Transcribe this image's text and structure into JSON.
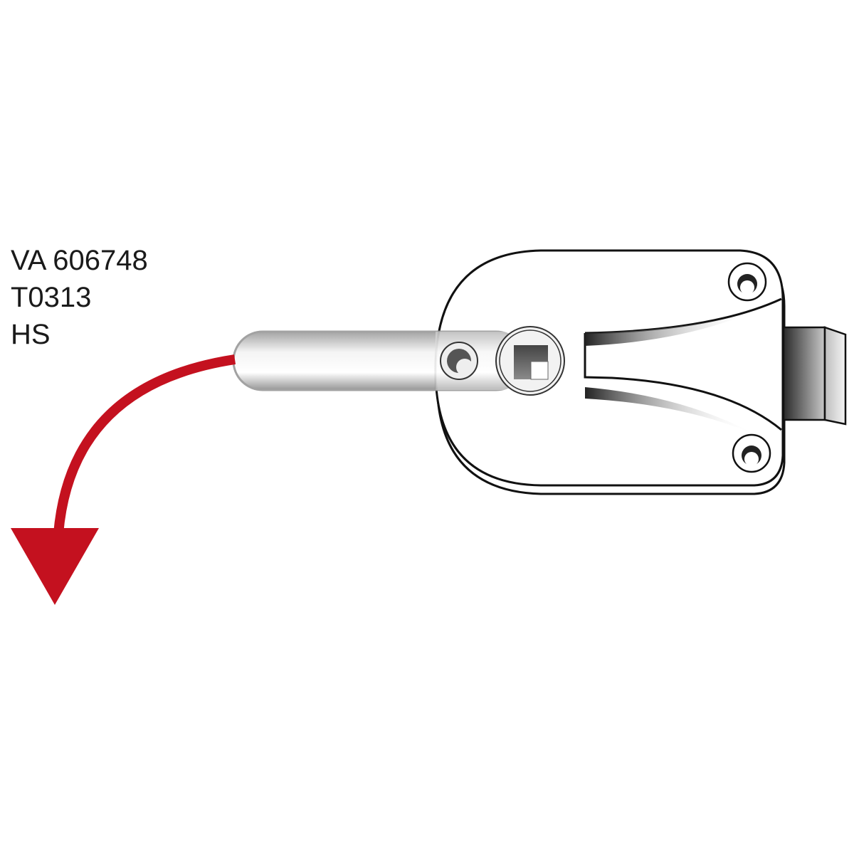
{
  "labels": {
    "part_number": "VA 606748",
    "code": "T0313",
    "variant": "HS"
  },
  "colors": {
    "arrow": "#c4111f",
    "outline": "#111111"
  },
  "icons": {
    "direction": "curved-arrow-down-left"
  }
}
